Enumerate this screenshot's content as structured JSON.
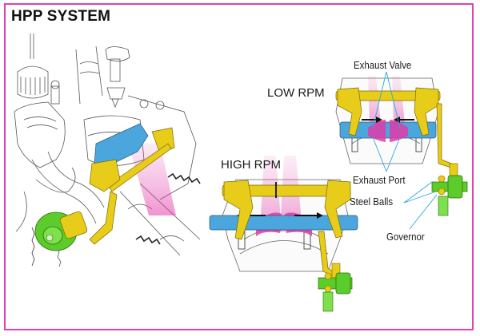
{
  "title": "HPP SYSTEM",
  "colors": {
    "border": "#e040b0",
    "linkage_yellow": "#e8cc1a",
    "valve_blue": "#4aa6dc",
    "governor_green": "#5ccc2a",
    "exhaust_magenta": "#e23aa8",
    "pointer_cyan": "#2aa8e0",
    "line_art": "#444444"
  },
  "views": {
    "low_rpm": {
      "label": "LOW RPM"
    },
    "high_rpm": {
      "label": "HIGH RPM"
    }
  },
  "callouts": [
    {
      "id": "exhaust-valve",
      "label": "Exhaust Valve"
    },
    {
      "id": "exhaust-port",
      "label": "Exhaust Port"
    },
    {
      "id": "steel-balls",
      "label": "Steel Balls"
    },
    {
      "id": "governor",
      "label": "Governor"
    }
  ]
}
